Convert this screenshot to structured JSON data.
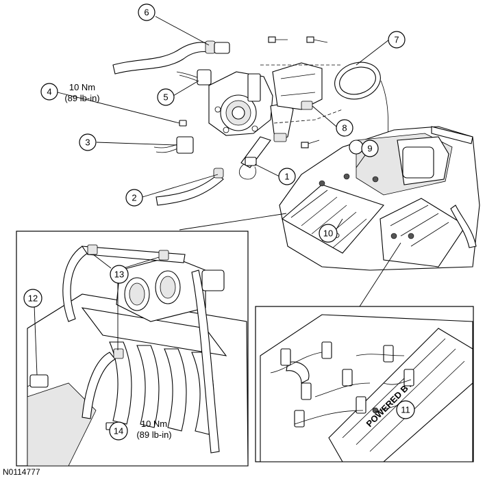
{
  "document_id": "N0114777",
  "callouts": {
    "c1": "1",
    "c2": "2",
    "c3": "3",
    "c4": "4",
    "c5": "5",
    "c6": "6",
    "c7": "7",
    "c8": "8",
    "c9": "9",
    "c10": "10",
    "c11": "11",
    "c12": "12",
    "c13": "13",
    "c14": "14"
  },
  "torque_specs": {
    "spec_4": {
      "metric": "10 Nm",
      "imperial": "(89 lb-in)"
    },
    "spec_14": {
      "metric": "10 Nm",
      "imperial": "(89 lb-in)"
    }
  },
  "engine_cover_text": {
    "main": "POWERED BY",
    "detail": "POWERED BY AVT"
  }
}
